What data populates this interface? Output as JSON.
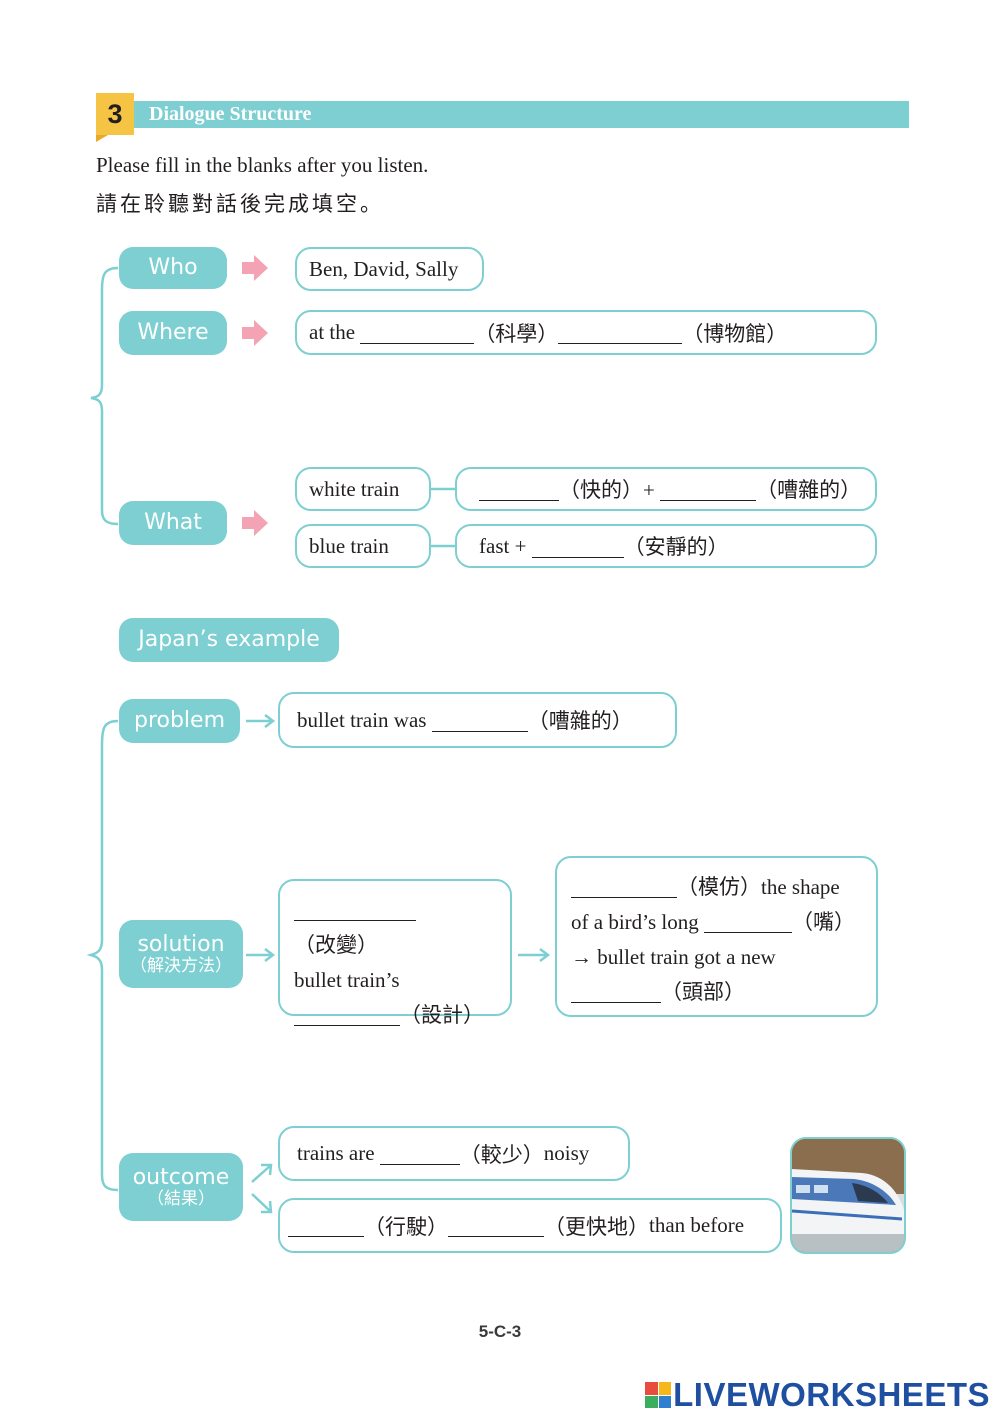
{
  "header": {
    "number": "3",
    "title": "Dialogue Structure"
  },
  "instructions": {
    "en": "Please fill in the blanks after you listen.",
    "zh": "請在聆聽對話後完成填空。"
  },
  "labels": {
    "who": "Who",
    "where": "Where",
    "what": "What",
    "japan": "Japan’s example",
    "problem": "problem",
    "solution": "solution",
    "solution_zh": "（解決方法）",
    "outcome": "outcome",
    "outcome_zh": "（結果）"
  },
  "who_box": "Ben, David, Sally",
  "where_box": {
    "prefix": "at the",
    "hint1": "（科學）",
    "hint2": "（博物館）"
  },
  "what": {
    "white_train": "white train",
    "white_hint1": "（快的）+",
    "white_hint2": "（嘈雜的）",
    "blue_train": "blue train",
    "blue_prefix": "fast +",
    "blue_hint": "（安靜的）"
  },
  "problem_box": {
    "prefix": "bullet train was",
    "hint": "（嘈雜的）"
  },
  "solution_box1": {
    "hint1": "（改變）",
    "middle": "bullet train’s",
    "hint2": "（設計）"
  },
  "solution_box2": {
    "hint1": "（模仿）",
    "text1": "the shape",
    "text2": "of a bird’s long",
    "hint2": "（嘴）",
    "text3": "→ bullet train got a new",
    "hint3": "（頭部）"
  },
  "outcome_box1": {
    "prefix": "trains are",
    "hint": "（較少）",
    "suffix": "noisy"
  },
  "outcome_box2": {
    "hint1": "（行駛）",
    "hint2": "（更快地）",
    "suffix": "than before"
  },
  "footer": "5-C-3",
  "watermark": "LIVEWORKSHEETS",
  "colors": {
    "teal": "#7dcfd2",
    "pink_arrow": "#f3a3b3",
    "header_num": "#f6c445"
  },
  "icons": [
    "pink-arrow-icon",
    "teal-arrow-icon",
    "brace-icon",
    "bullet-train-image"
  ]
}
